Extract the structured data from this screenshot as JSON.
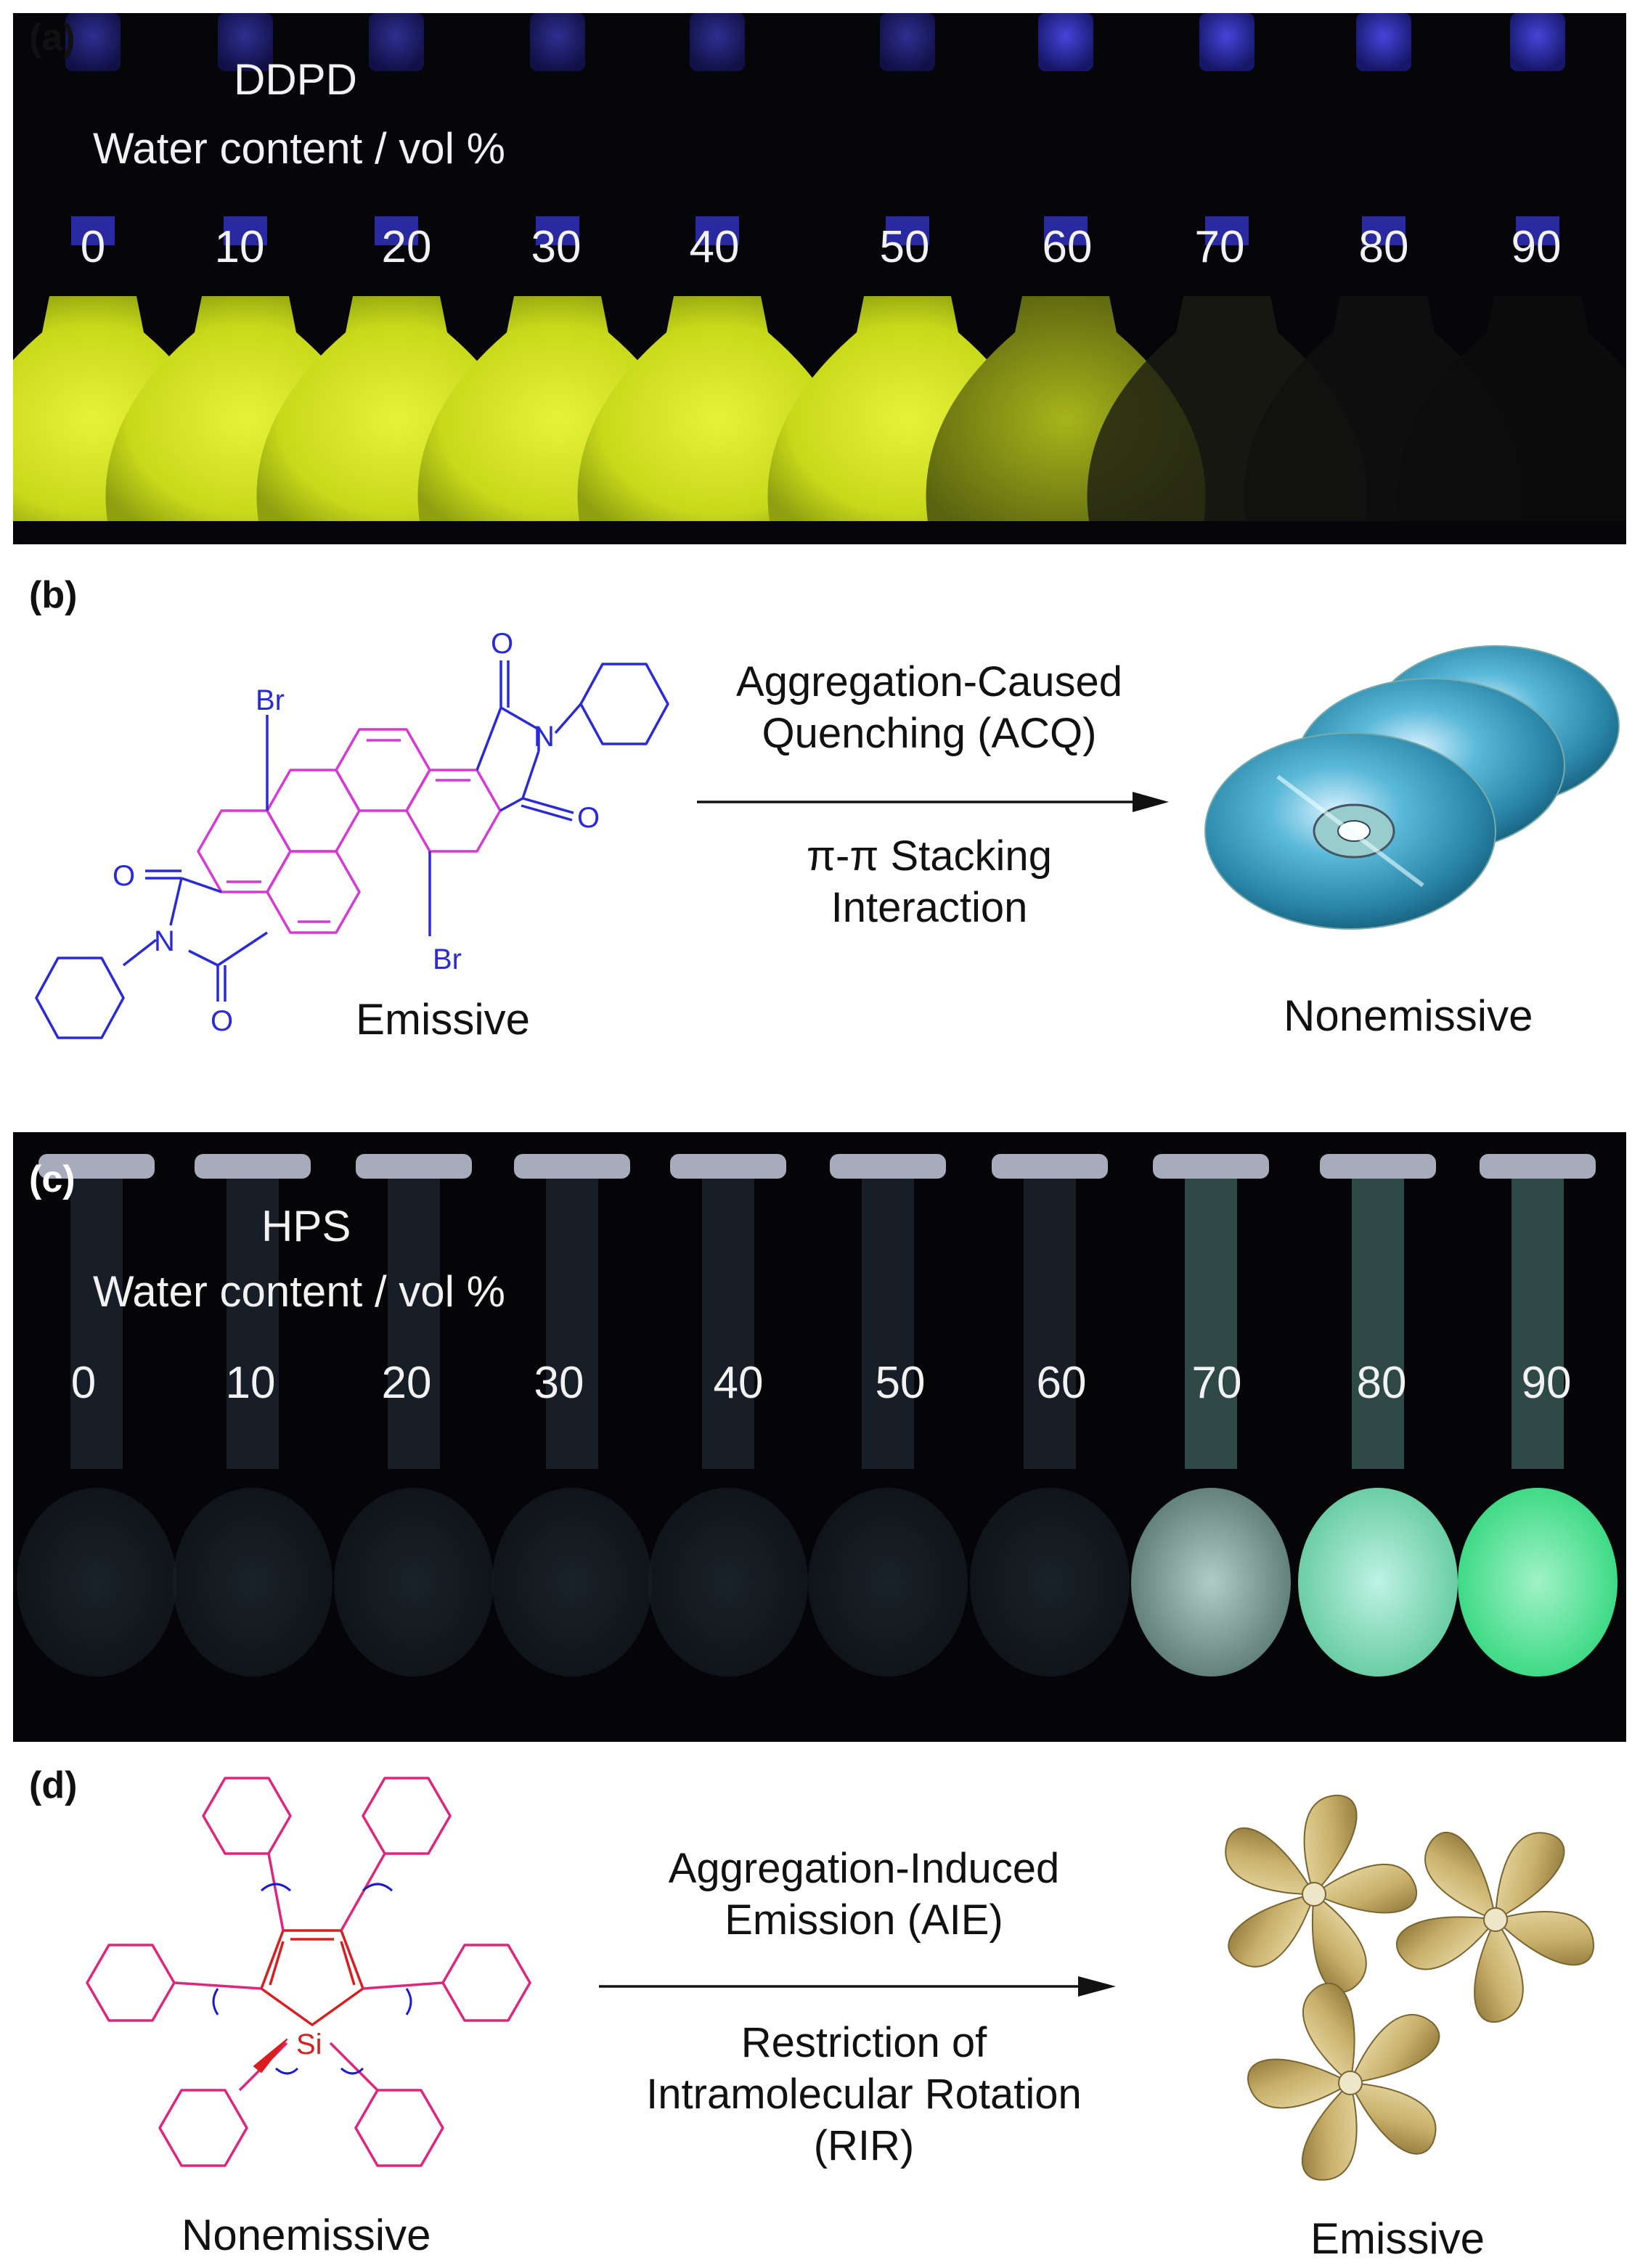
{
  "panel_a": {
    "label": "(a)",
    "compound": "DDPD",
    "axis_caption": "Water content / vol %",
    "water_contents": [
      "0",
      "10",
      "20",
      "30",
      "40",
      "50",
      "60",
      "70",
      "80",
      "90"
    ]
  },
  "panel_b": {
    "label": "(b)",
    "atom_labels": {
      "br1": "Br",
      "br2": "Br",
      "o1": "O",
      "o2": "O",
      "o3": "O",
      "o4": "O",
      "n1": "N",
      "n2": "N"
    },
    "arrow_top": [
      "Aggregation-Caused",
      "Quenching (ACQ)"
    ],
    "arrow_bottom": [
      "π-π Stacking",
      "Interaction"
    ],
    "left_caption": "Emissive",
    "right_caption": "Nonemissive"
  },
  "panel_c": {
    "label": "(c)",
    "compound": "HPS",
    "axis_caption": "Water content / vol %",
    "water_contents": [
      "0",
      "10",
      "20",
      "30",
      "40",
      "50",
      "60",
      "70",
      "80",
      "90"
    ]
  },
  "panel_d": {
    "label": "(d)",
    "atom_labels": {
      "si": "Si"
    },
    "arrow_top": [
      "Aggregation-Induced",
      "Emission (AIE)"
    ],
    "arrow_bottom": [
      "Restriction of",
      "Intramolecular Rotation",
      "(RIR)"
    ],
    "left_caption": "Nonemissive",
    "right_caption": "Emissive"
  },
  "colors": {
    "ddpd_emission": "#d8e61c",
    "hps_emission": "#6dffb0",
    "perylene_core": "#d63ad6",
    "imide_groups": "#2a2ad8",
    "silole_ring": "#d81e1e",
    "phenyl_rings": "#e0267c",
    "rotation_arrows": "#1a1ad0",
    "cd_disc": "#3aa6c8",
    "propeller": "#c8b06a"
  }
}
